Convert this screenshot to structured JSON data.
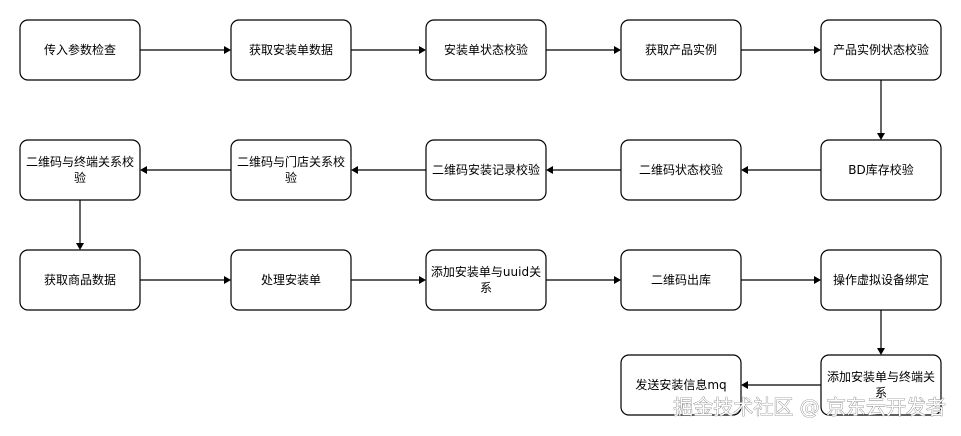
{
  "nodes": [
    {
      "id": "n1",
      "lines": [
        "传入参数检查"
      ]
    },
    {
      "id": "n2",
      "lines": [
        "获取安装单数据"
      ]
    },
    {
      "id": "n3",
      "lines": [
        "安装单状态校验"
      ]
    },
    {
      "id": "n4",
      "lines": [
        "获取产品实例"
      ]
    },
    {
      "id": "n5",
      "lines": [
        "产品实例状态校验"
      ]
    },
    {
      "id": "n6",
      "lines": [
        "BD库存校验"
      ]
    },
    {
      "id": "n7",
      "lines": [
        "二维码状态校验"
      ]
    },
    {
      "id": "n8",
      "lines": [
        "二维码安装记录校验"
      ]
    },
    {
      "id": "n9",
      "lines": [
        "二维码与门店关系校",
        "验"
      ]
    },
    {
      "id": "n10",
      "lines": [
        "二维码与终端关系校",
        "验"
      ]
    },
    {
      "id": "n11",
      "lines": [
        "获取商品数据"
      ]
    },
    {
      "id": "n12",
      "lines": [
        "处理安装单"
      ]
    },
    {
      "id": "n13",
      "lines": [
        "添加安装单与uuid关",
        "系"
      ]
    },
    {
      "id": "n14",
      "lines": [
        "二维码出库"
      ]
    },
    {
      "id": "n15",
      "lines": [
        "操作虚拟设备绑定"
      ]
    },
    {
      "id": "n16",
      "lines": [
        "添加安装单与终端关",
        "系"
      ]
    },
    {
      "id": "n17",
      "lines": [
        "发送安装信息mq"
      ]
    }
  ],
  "edges": [
    {
      "from": "n1",
      "to": "n2"
    },
    {
      "from": "n2",
      "to": "n3"
    },
    {
      "from": "n3",
      "to": "n4"
    },
    {
      "from": "n4",
      "to": "n5"
    },
    {
      "from": "n5",
      "to": "n6"
    },
    {
      "from": "n6",
      "to": "n7"
    },
    {
      "from": "n7",
      "to": "n8"
    },
    {
      "from": "n8",
      "to": "n9"
    },
    {
      "from": "n9",
      "to": "n10"
    },
    {
      "from": "n10",
      "to": "n11"
    },
    {
      "from": "n11",
      "to": "n12"
    },
    {
      "from": "n12",
      "to": "n13"
    },
    {
      "from": "n13",
      "to": "n14"
    },
    {
      "from": "n14",
      "to": "n15"
    },
    {
      "from": "n15",
      "to": "n16"
    },
    {
      "from": "n16",
      "to": "n17"
    }
  ],
  "watermark": "掘金技术社区 @ 京东云开发者"
}
